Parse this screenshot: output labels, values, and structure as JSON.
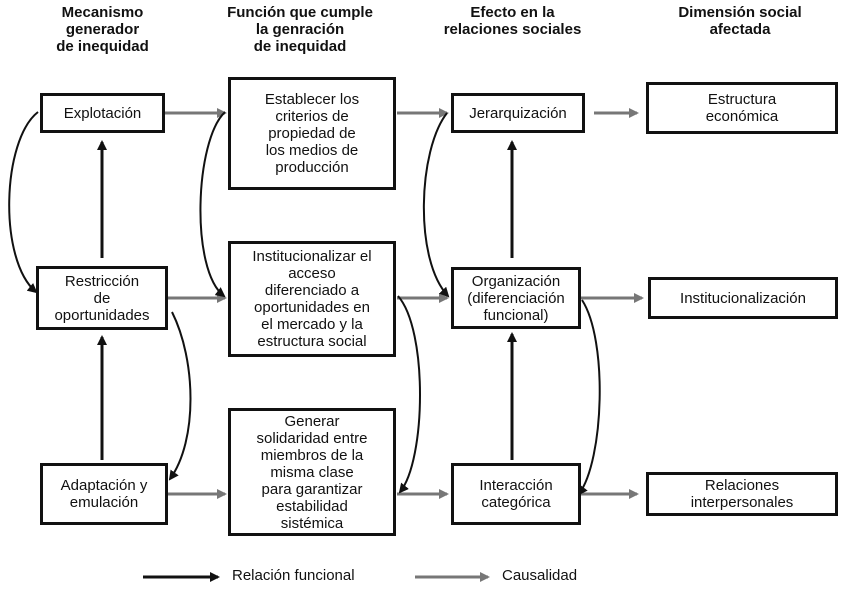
{
  "headers": {
    "col1": "Mecanismo\ngenerador\nde inequidad",
    "col2": "Función que cumple\nla genración\nde inequidad",
    "col3": "Efecto en la\nrelaciones sociales",
    "col4": "Dimensión social\nafectada"
  },
  "boxes": {
    "explotacion": "Explotación",
    "restriccion": "Restricción\nde\noportunidades",
    "adaptacion": "Adaptación y\nemulación",
    "establecer": "Establecer los\ncriterios de\npropiedad de\nlos medios de\nproducción",
    "institucionalizar": "Institucionalizar el\nacceso\ndiferenciado a\noportunidades en\nel mercado y la\nestructura social",
    "generar": "Generar\nsolidaridad entre\nmiembros de la\nmisma clase\npara garantizar\nestabilidad\nsistémica",
    "jerarquizacion": "Jerarquización",
    "organizacion": "Organización\n(diferenciación\nfuncional)",
    "interaccion": "Interacción\ncategórica",
    "estructura": "Estructura\neconómica",
    "institucionalizacion": "Institucionalización",
    "relaciones": "Relaciones\ninterpersonales"
  },
  "legend": {
    "functional": "Relación funcional",
    "causal": "Causalidad"
  },
  "colors": {
    "functional": "#111111",
    "causal": "#777777"
  }
}
